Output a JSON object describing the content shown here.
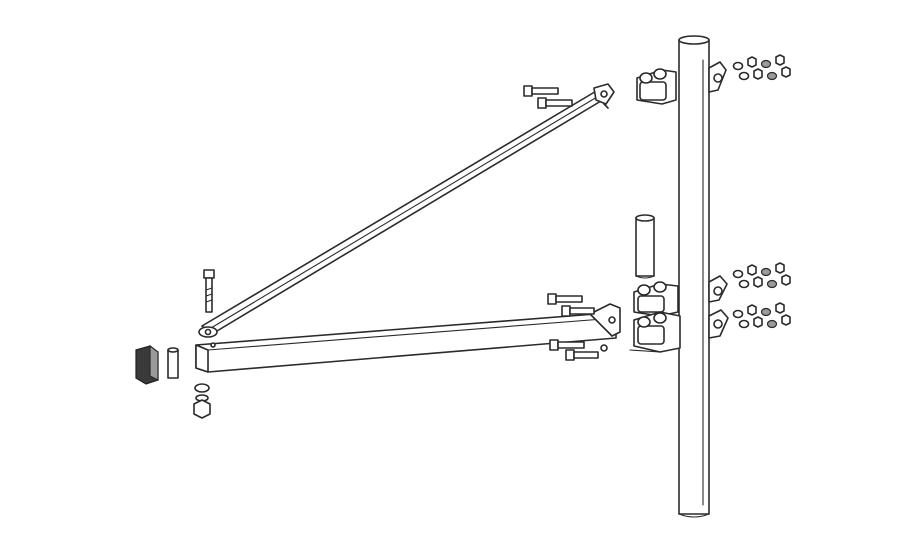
{
  "diagram": {
    "kind": "exploded-assembly-drawing",
    "background": "#ffffff",
    "line_color": "#2b2b2b",
    "parts": [
      "vertical-post",
      "diagonal-brace",
      "horizontal-arm",
      "upper-clamp",
      "lower-clamp-pair",
      "bolts",
      "nuts-and-washers",
      "end-cap",
      "locking-pin"
    ]
  }
}
